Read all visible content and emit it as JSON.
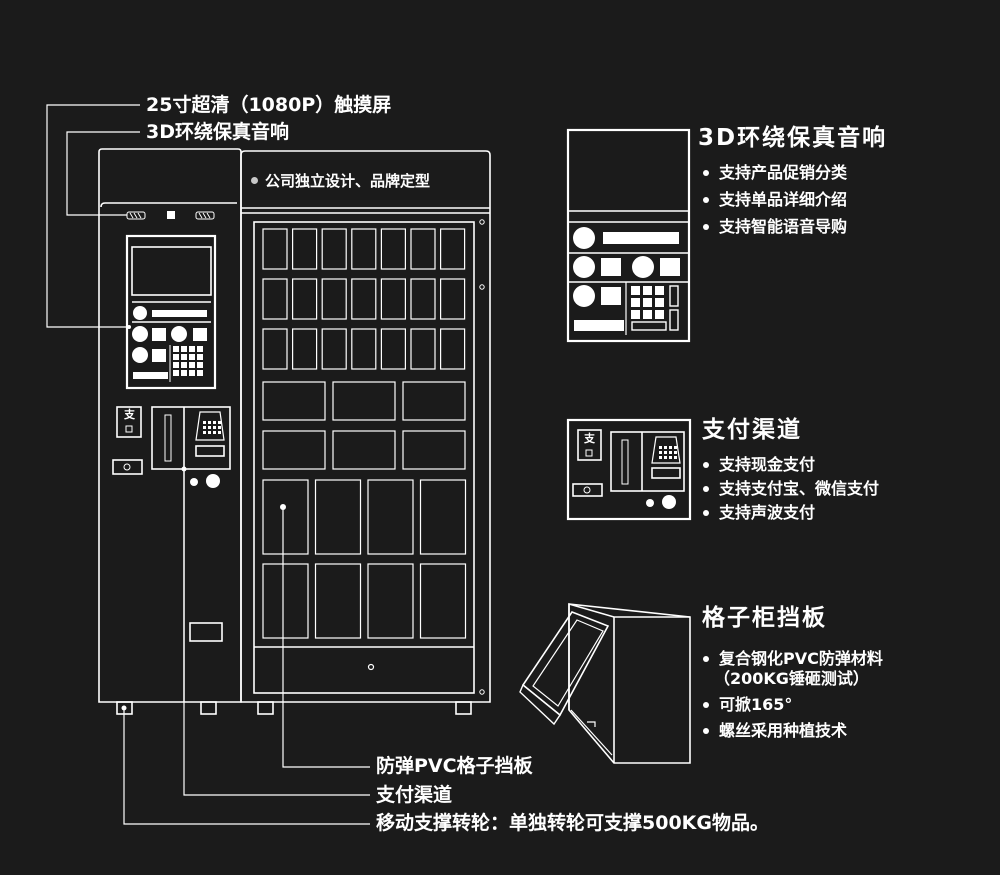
{
  "callouts": {
    "screen": "25寸超清（1080P）触摸屏",
    "audio": "3D环绕保真音响",
    "baffle": "防弹PVC格子挡板",
    "payment": "支付渠道",
    "casters": "移动支撑转轮：单独转轮可支撑500KG物品。"
  },
  "banner": "公司独立设计、品牌定型",
  "pay_glyph": "支",
  "panels": {
    "audio": {
      "title": "3D环绕保真音响",
      "features": [
        "支持产品促销分类",
        "支持单品详细介绍",
        "支持智能语音导购"
      ]
    },
    "payment": {
      "title": "支付渠道",
      "features": [
        "支持现金支付",
        "支持支付宝、微信支付",
        "支持声波支付"
      ]
    },
    "baffle": {
      "title": "格子柜挡板",
      "features": [
        "复合钢化PVC防弹材料",
        "（200KG锤砸测试）",
        "可掀165°",
        "螺丝采用种植技术"
      ]
    }
  },
  "colors": {
    "background": "#1b1b1b",
    "line": "#ffffff",
    "dim": "#cfcfcf"
  }
}
